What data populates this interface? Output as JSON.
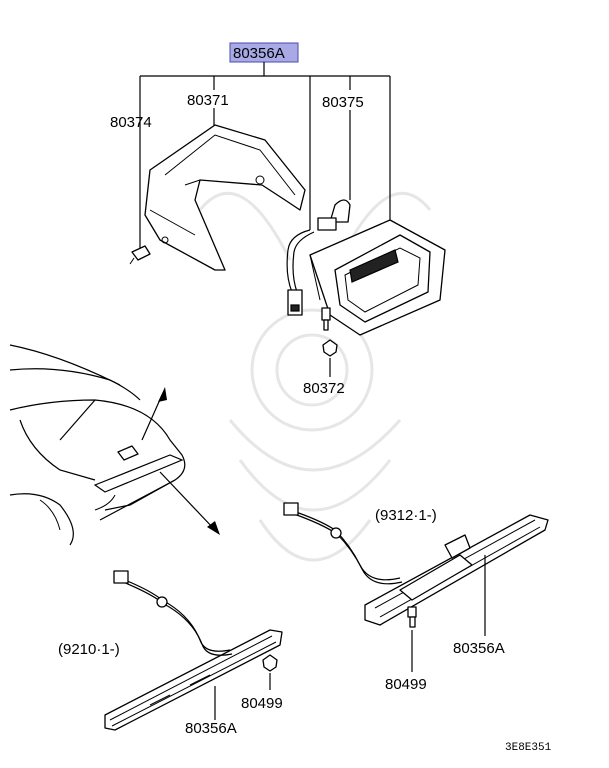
{
  "parts": {
    "top_assembly": "80356A",
    "housing_cover": "80371",
    "screw_left": "80374",
    "bulb": "80375",
    "nut": "80372",
    "grommet_left": "80499",
    "lamp_lower": "80356A",
    "grommet_right": "80499",
    "lamp_right": "80356A"
  },
  "dates": {
    "lower_left": "(9210·1-)",
    "right": "(9312·1-)"
  },
  "diagram_code": "3E8E351",
  "colors": {
    "highlight_fill": "#a9a9e6",
    "highlight_border": "#4a4ab0"
  }
}
